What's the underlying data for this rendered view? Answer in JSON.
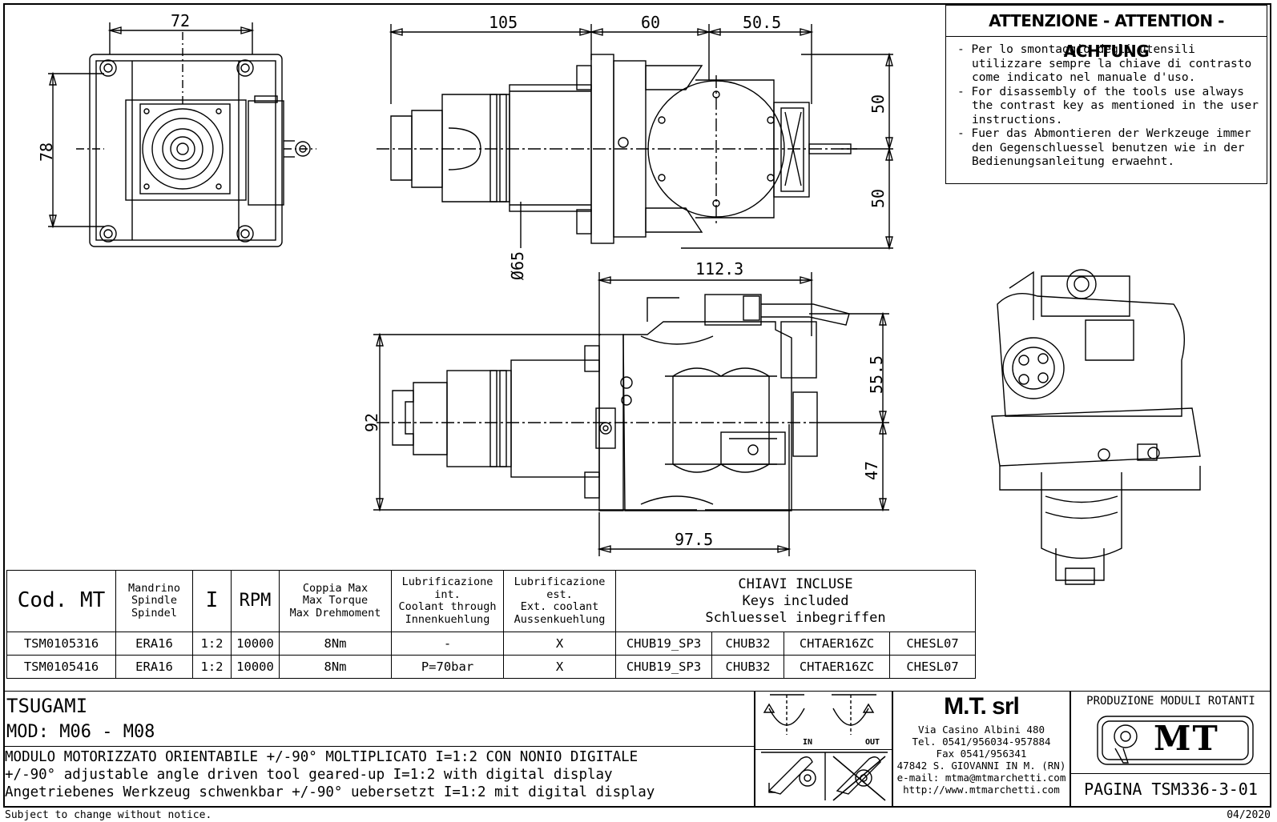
{
  "dimensions": {
    "top_width": "72",
    "top_height": "78",
    "side_105": "105",
    "side_60": "60",
    "side_50_5": "50.5",
    "side_50_upper": "50",
    "side_50_lower": "50",
    "diameter": "Ø65",
    "front_112_3": "112.3",
    "front_92": "92",
    "front_55_5": "55.5",
    "front_47": "47",
    "front_97_5": "97.5"
  },
  "warning": {
    "title": "ATTENZIONE - ATTENTION - ACHTUNG",
    "items": [
      "Per lo smontaggio degli utensili utilizzare sempre la chiave di contrasto come indicato nel manuale d'uso.",
      "For disassembly of the tools use always the contrast key as mentioned in the user instructions.",
      "Fuer das Abmontieren der Werkzeuge immer den Gegenschluessel benutzen wie in der Bedienungsanleitung erwaehnt."
    ]
  },
  "table": {
    "headers": {
      "cod": "Cod. MT",
      "spindle": "Mandrino\nSpindle\nSpindel",
      "ratio": "I",
      "rpm": "RPM",
      "torque": "Coppia Max\nMax Torque\nMax Drehmoment",
      "lub_int": "Lubrificazione int.\nCoolant through\nInnenkuehlung",
      "lub_ext": "Lubrificazione est.\nExt. coolant\nAussenkuehlung",
      "keys": "CHIAVI INCLUSE\nKeys included\nSchluessel inbegriffen"
    },
    "rows": [
      {
        "cod": "TSM0105316",
        "spindle": "ERA16",
        "ratio": "1:2",
        "rpm": "10000",
        "torque": "8Nm",
        "lub_int": "-",
        "lub_ext": "X",
        "key1": "CHUB19_SP3",
        "key2": "CHUB32",
        "key3": "CHTAER16ZC",
        "key4": "CHESL07"
      },
      {
        "cod": "TSM0105416",
        "spindle": "ERA16",
        "ratio": "1:2",
        "rpm": "10000",
        "torque": "8Nm",
        "lub_int": "P=70bar",
        "lub_ext": "X",
        "key1": "CHUB19_SP3",
        "key2": "CHUB32",
        "key3": "CHTAER16ZC",
        "key4": "CHESL07"
      }
    ]
  },
  "titleblock": {
    "machine": "TSUGAMI",
    "model": "MOD: M06 - M08",
    "desc_it": "MODULO MOTORIZZATO ORIENTABILE +/-90° MOLTIPLICATO I=1:2 CON NONIO DIGITALE",
    "desc_en": "+/-90° adjustable angle driven tool geared-up I=1:2 with digital display",
    "desc_de": "Angetriebenes Werkzeug schwenkbar +/-90° uebersetzt I=1:2 mit digital display",
    "in_label": "IN",
    "out_label": "OUT",
    "company": "M.T. srl",
    "address": [
      "Via Casino Albini 480",
      "Tel. 0541/956034-957884",
      "Fax 0541/956341",
      "47842 S. GIOVANNI IN M. (RN)",
      "e-mail: mtma@mtmarchetti.com",
      "http://www.mtmarchetti.com"
    ],
    "prod_title": "PRODUZIONE MODULI ROTANTI",
    "logo_text": "MT",
    "page": "PAGINA TSM336-3-01"
  },
  "footer": {
    "notice": "Subject to change without notice.",
    "date": "04/2020"
  }
}
